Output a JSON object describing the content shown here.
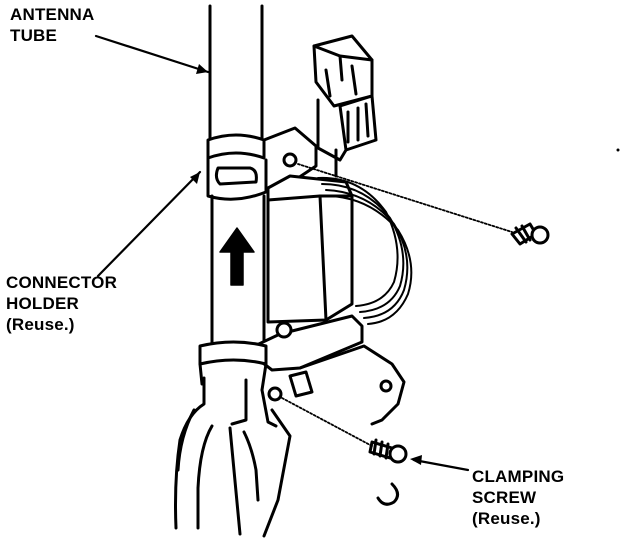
{
  "labels": {
    "antenna_tube": {
      "line1": "ANTENNA",
      "line2": "TUBE"
    },
    "connector_holder": {
      "line1": "CONNECTOR",
      "line2": "HOLDER",
      "line3": "(Reuse.)"
    },
    "clamping_screw": {
      "line1": "CLAMPING",
      "line2": "SCREW",
      "line3": "(Reuse.)"
    }
  },
  "colors": {
    "line": "#000000",
    "background": "#ffffff"
  }
}
